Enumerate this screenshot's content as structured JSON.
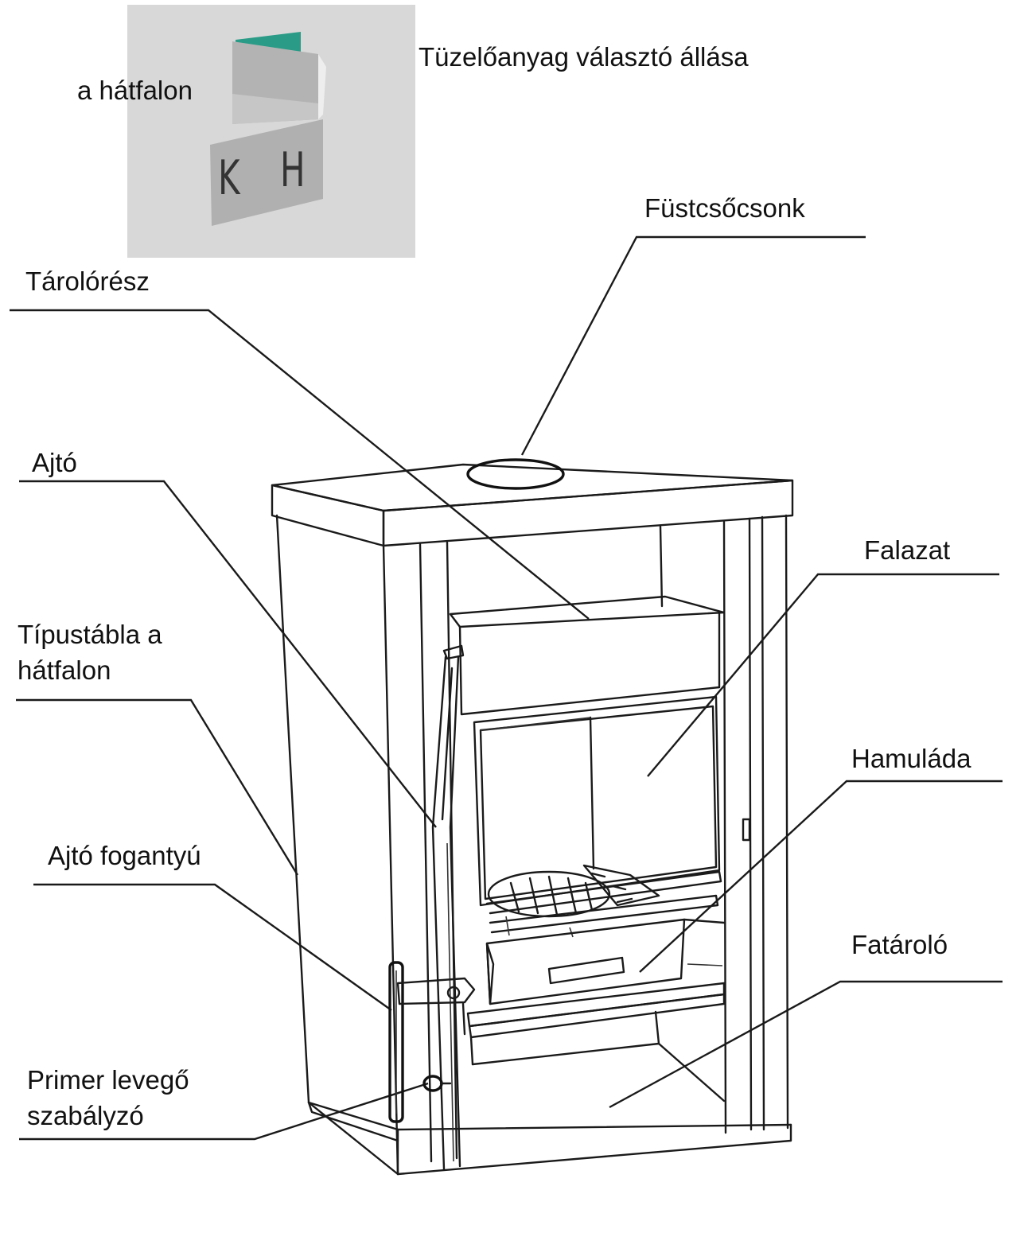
{
  "inset": {
    "caption_left": "a hátfalon",
    "selector_k": "K",
    "selector_h": "H",
    "title": "Tüzelőanyag választó állása",
    "colors": {
      "background": "#d8d8d8",
      "accent": "#2a9b86"
    }
  },
  "labels": {
    "fustcsocsonk": "Füstcsőcsonk",
    "tarolo": "Tárolórész",
    "ajto": "Ajtó",
    "falazat": "Falazat",
    "tipustabla_line1": "Típustábla a",
    "tipustabla_line2": "hátfalon",
    "hamulada": "Hamuláda",
    "ajto_fogantyu": "Ajtó fogantyú",
    "fatarolo": "Fatároló",
    "primer_line1": "Primer levegő",
    "primer_line2": "szabályzó"
  }
}
